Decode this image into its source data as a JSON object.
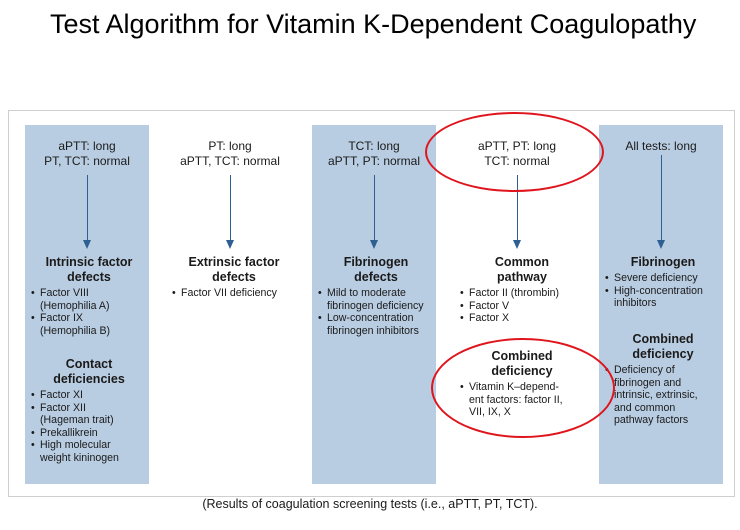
{
  "title": "Test Algorithm for Vitamin K-Dependent Coagulopathy",
  "footnote": "(Results of coagulation screening tests (i.e., aPTT, PT, TCT).",
  "columns": [
    {
      "header": [
        "aPTT: long",
        "PT, TCT: normal"
      ],
      "shaded": true,
      "groups": [
        {
          "heading": [
            "Intrinsic factor",
            "defects"
          ],
          "items": [
            [
              "Factor VIII",
              "(Hemophilia A)"
            ],
            [
              "Factor IX",
              "(Hemophilia B)"
            ]
          ]
        },
        {
          "heading": [
            "Contact",
            "deficiencies"
          ],
          "items": [
            [
              "Factor XI"
            ],
            [
              "Factor XII",
              "(Hageman trait)"
            ],
            [
              "Prekallikrein"
            ],
            [
              "High molecular",
              "weight kininogen"
            ]
          ]
        }
      ]
    },
    {
      "header": [
        "PT: long",
        "aPTT, TCT: normal"
      ],
      "shaded": false,
      "groups": [
        {
          "heading": [
            "Extrinsic factor",
            "defects"
          ],
          "items": [
            [
              "Factor VII deficiency"
            ]
          ]
        }
      ]
    },
    {
      "header": [
        "TCT: long",
        "aPTT, PT: normal"
      ],
      "shaded": true,
      "groups": [
        {
          "heading": [
            "Fibrinogen",
            "defects"
          ],
          "items": [
            [
              "Mild to moderate",
              "fibrinogen deficiency"
            ],
            [
              "Low-concentration",
              "fibrinogen inhibitors"
            ]
          ]
        }
      ]
    },
    {
      "header": [
        "aPTT, PT: long",
        "TCT: normal"
      ],
      "shaded": false,
      "groups": [
        {
          "heading": [
            "Common",
            "pathway"
          ],
          "items": [
            [
              "Factor II (thrombin)"
            ],
            [
              "Factor V"
            ],
            [
              "Factor X"
            ]
          ]
        },
        {
          "heading": [
            "Combined",
            "deficiency"
          ],
          "items": [
            [
              "Vitamin K–depend-",
              "ent factors: factor II,",
              "VII, IX, X"
            ]
          ]
        }
      ]
    },
    {
      "header": [
        "All tests: long"
      ],
      "shaded": true,
      "groups": [
        {
          "heading": [
            "Fibrinogen"
          ],
          "items": [
            [
              "Severe deficiency"
            ],
            [
              "High-concentration",
              "inhibitors"
            ]
          ]
        },
        {
          "heading": [
            "Combined",
            "deficiency"
          ],
          "items": [
            [
              "Deficiency of",
              "fibrinogen and",
              "intrinsic, extrinsic,",
              "and common",
              "pathway factors"
            ]
          ]
        }
      ]
    }
  ],
  "highlight_color": "#e0141c",
  "column_shade_color": "#b9cde2",
  "arrow_color": "#2d5f93"
}
